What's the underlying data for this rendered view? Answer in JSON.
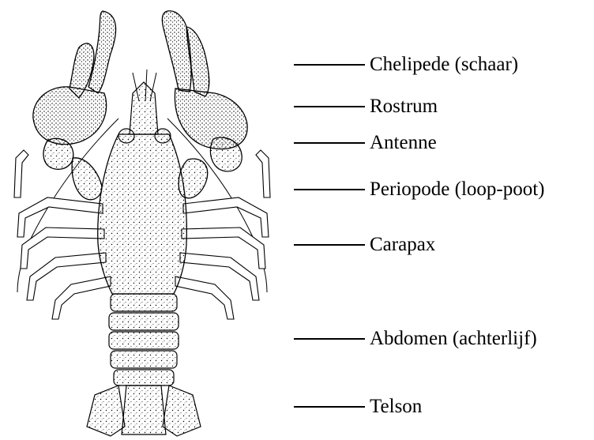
{
  "labels": [
    {
      "text": "Chelipede (schaar)"
    },
    {
      "text": "Rostrum"
    },
    {
      "text": "Antenne"
    },
    {
      "text": "Periopode (loop-poot)"
    },
    {
      "text": "Carapax"
    },
    {
      "text": "Abdomen (achterlijf)"
    },
    {
      "text": "Telson"
    }
  ]
}
